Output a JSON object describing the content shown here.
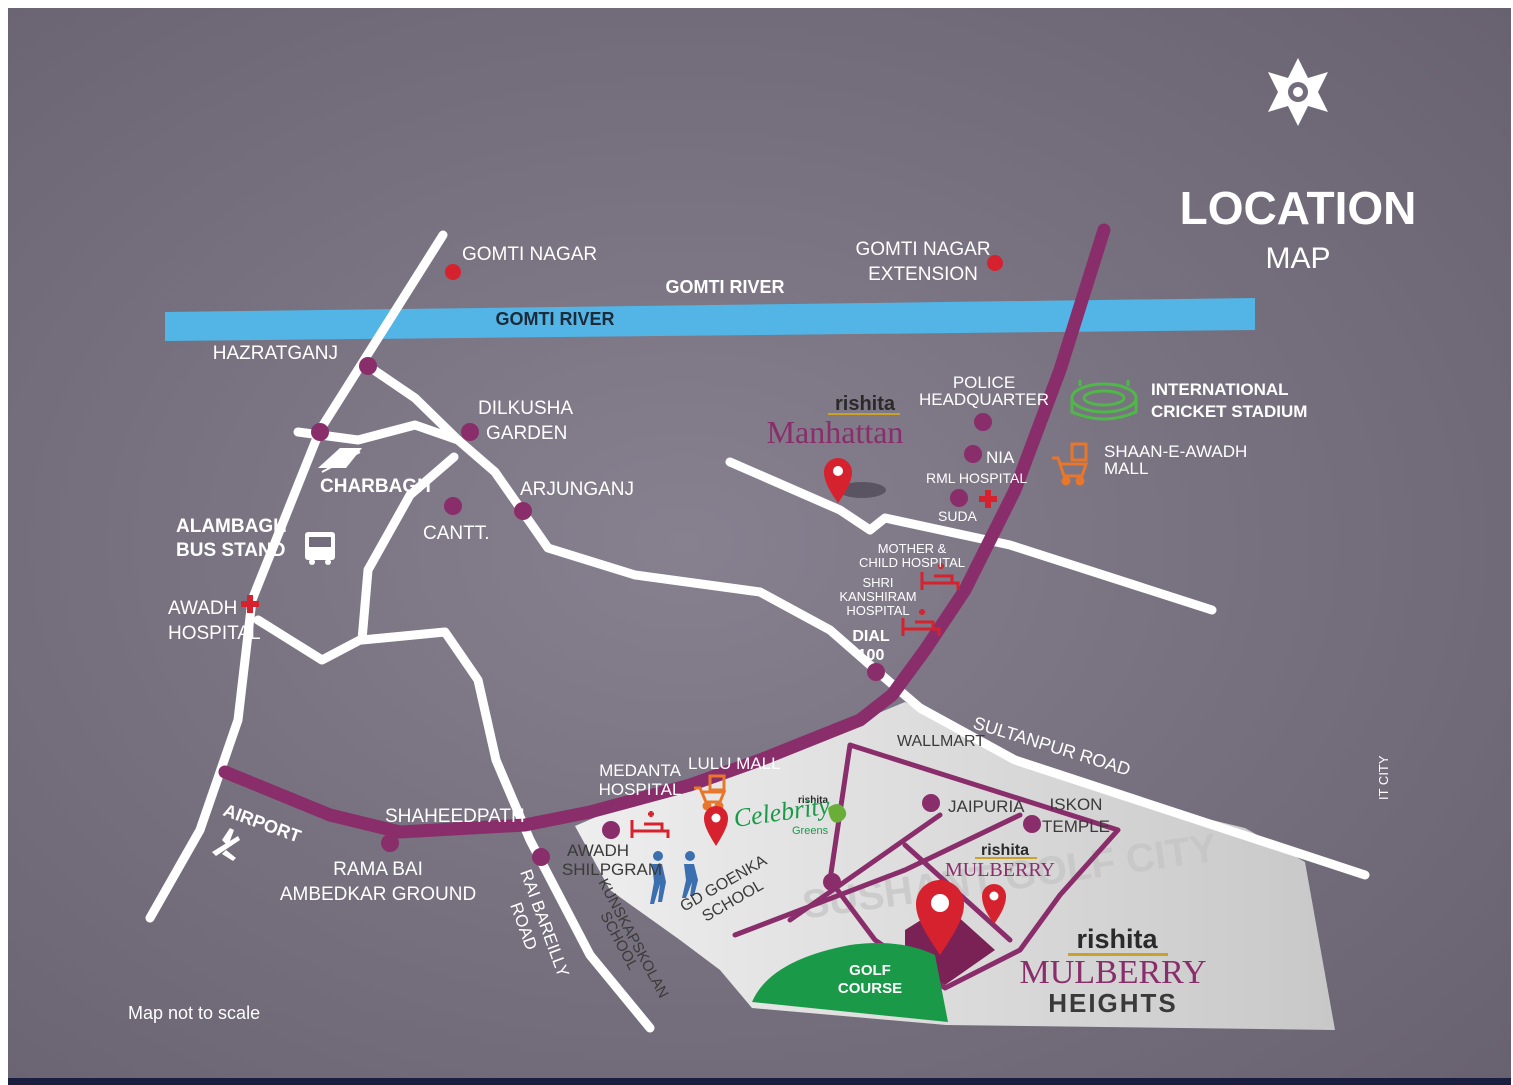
{
  "title": {
    "main": "LOCATION",
    "sub": "MAP"
  },
  "note": "Map not to scale",
  "colors": {
    "background": "#736c7d",
    "river": "#52b5e6",
    "highway": "#8a2d6b",
    "marker": "#d6222e",
    "dot": "#8a2d6b",
    "golf": "#1a9a48",
    "zone": "#d9d9d9",
    "text": "#ffffff"
  },
  "river": {
    "label_top": "GOMTI RIVER",
    "label_on": "GOMTI RIVER"
  },
  "places": {
    "gomti_nagar": "GOMTI NAGAR",
    "gomti_nagar_ext_1": "GOMTI NAGAR",
    "gomti_nagar_ext_2": "EXTENSION",
    "hazratganj": "HAZRATGANJ",
    "dilkusha_1": "DILKUSHA",
    "dilkusha_2": "GARDEN",
    "charbagh": "CHARBAGH",
    "arjunganj": "ARJUNGANJ",
    "cantt": "CANTT.",
    "alambagh_1": "ALAMBAGH",
    "alambagh_2": "BUS STAND",
    "awadh_hosp_1": "AWADH",
    "awadh_hosp_2": "HOSPITAL",
    "police_1": "POLICE",
    "police_2": "HEADQUARTER",
    "nia": "NIA",
    "rml": "RML HOSPITAL",
    "suda": "SUDA",
    "stadium_1": "INTERNATIONAL",
    "stadium_2": "CRICKET STADIUM",
    "shaan_1": "SHAAN-E-AWADH",
    "shaan_2": "MALL",
    "mother_1": "MOTHER &",
    "mother_2": "CHILD HOSPITAL",
    "shri_1": "SHRI",
    "shri_2": "KANSHIRAM",
    "shri_3": "HOSPITAL",
    "dial_1": "DIAL",
    "dial_2": "100",
    "wallmart": "WALLMART",
    "sultanpur": "SULTANPUR ROAD",
    "it_city": "IT CITY",
    "medanta_1": "MEDANTA",
    "medanta_2": "HOSPITAL",
    "lulu": "LULU MALL",
    "jaipuria": "JAIPURIA",
    "iskon_1": "ISKON",
    "iskon_2": "TEMPLE",
    "shaheedpath": "SHAHEEDPATH",
    "airport": "AIRPORT",
    "ramabai_1": "RAMA BAI",
    "ramabai_2": "AMBEDKAR GROUND",
    "shilpgram_1": "AWADH",
    "shilpgram_2": "SHILPGRAM",
    "raibareilly_1": "RAI BAREILLY",
    "raibareilly_2": "ROAD",
    "kunskap_1": "KUNSKAPSKOLAN",
    "kunskap_2": "SCHOOL",
    "gdgoenka_1": "GD GOENKA",
    "gdgoenka_2": "SCHOOL",
    "golf_1": "GOLF",
    "golf_2": "COURSE",
    "sushant": "SUSHANT GOLF CITY"
  },
  "brands": {
    "manhattan_top": "rishita",
    "manhattan_name": "Manhattan",
    "celebrity_top": "rishita",
    "celebrity_name": "Celebrity",
    "celebrity_sub": "Greens",
    "mulberry_top": "rishita",
    "mulberry_name": "MULBERRY",
    "heights_top": "rishita",
    "heights_name": "MULBERRY",
    "heights_sub": "HEIGHTS"
  },
  "icons": [
    "star-logo-icon",
    "train-icon",
    "bus-icon",
    "plane-icon",
    "hospital-cross-icon",
    "hospital-bed-icon",
    "shopping-cart-icon",
    "stadium-icon",
    "school-walker-icon",
    "map-pin-icon"
  ]
}
